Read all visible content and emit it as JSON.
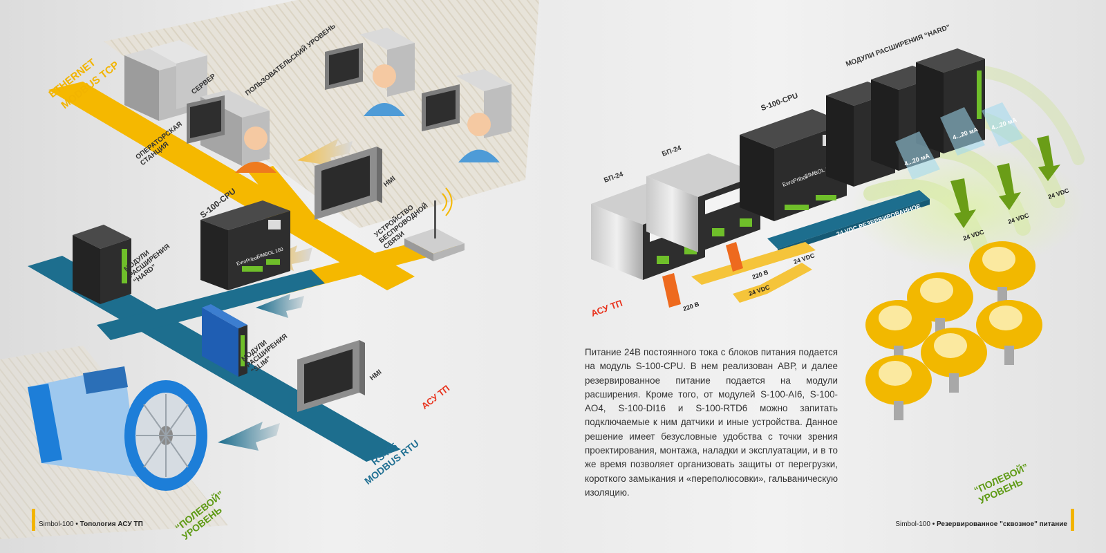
{
  "left_page": {
    "network_labels": {
      "ethernet": "ETHERNET",
      "modbus_tcp": "MODBUS TCP",
      "rs485": "RS485",
      "modbus_rtu": "MODBUS RTU",
      "user_level": "ПОЛЬЗОВАТЕЛЬСКИЙ УРОВЕНЬ",
      "field_level": "“ПОЛЕВОЙ” УРОВЕНЬ",
      "asu_tp": "АСУ ТП"
    },
    "devices": {
      "server": "СЕРВЕР",
      "operator_station": "ОПЕРАТОРСКАЯ СТАНЦИЯ",
      "hmi_top": "HMI",
      "hmi_bottom": "HMI",
      "cpu": "S-100-CPU",
      "wireless": "УСТРОЙСТВО БЕСПРОВОДНОЙ СВЯЗИ",
      "hard_modules": "МОДУЛИ РАСШИРЕНИЯ “HARD”",
      "slim_modules": "МОДУЛИ РАСШИРЕНИЯ “SLIM”",
      "cpu_brand": "EvroPribor",
      "cpu_model": "SIMBOL 100"
    },
    "footer": {
      "brand": "Simbol-100",
      "bullet": "•",
      "title": "Топология АСУ ТП"
    }
  },
  "right_page": {
    "labels": {
      "psu_1": "БП-24",
      "psu_2": "БП-24",
      "cpu": "S-100-CPU",
      "hard_modules": "МОДУЛИ РАСШИРЕНИЯ “HARD”",
      "asu_tp": "АСУ ТП",
      "reserve": "24 VDC РЕЗЕРВИРОВАННОЕ",
      "vdc": "24 VDC",
      "v220": "220 В",
      "ma": "4...20 мА",
      "field_level": "“ПОЛЕВОЙ” УРОВЕНЬ",
      "cpu_brand": "EvroPribor",
      "cpu_model": "SIMBOL 100"
    },
    "description": "Питание 24В постоянного тока с блоков питания подается на модуль S-100-CPU. В нем реализован АВР, и далее резервированное питание подается на модули расширения. Кроме того, от модулей S-100-AI6, S-100-AO4, S-100-DI16 и S-100-RTD6 можно запитать подключаемые к ним датчики и иные устройства. Данное решение имеет безусловные удобства с точки зрения проектирования, монтажа, наладки и эксплуатации, и в то же время позволяет организовать защиты от перегрузки, короткого замыкания и «переполюсовки», гальваническую изоляцию.",
    "footer": {
      "brand": "Simbol-100",
      "bullet": "•",
      "title": "Резервированное \"сквозное\" питание"
    }
  },
  "colors": {
    "ethernet": "#f5b800",
    "rs485": "#1d6e8e",
    "field_green": "#7fae1c",
    "red_label": "#e8331d",
    "device_dark": "#2b2b2b",
    "engine_blue": "#1d7ed8",
    "sensor_yellow": "#f2b800"
  }
}
